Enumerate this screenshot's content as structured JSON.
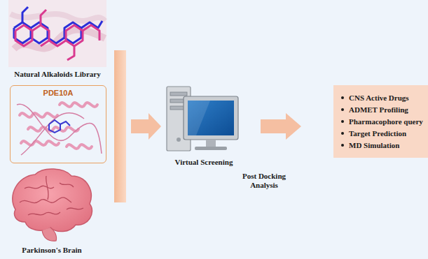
{
  "diagram": {
    "nodes": [
      {
        "text": [
          "PDE10A"
        ]
      },
      {
        "text": [
          "CNS Active Drugs",
          "ADMET Profiling",
          "Pharmacophore query",
          "Target Prediction",
          "MD Simulation"
        ]
      }
    ],
    "labels": [
      "Natural Alkaloids Library",
      "Parkinson's Brain",
      "Virtual Screening",
      "Post Docking Analysis"
    ]
  }
}
